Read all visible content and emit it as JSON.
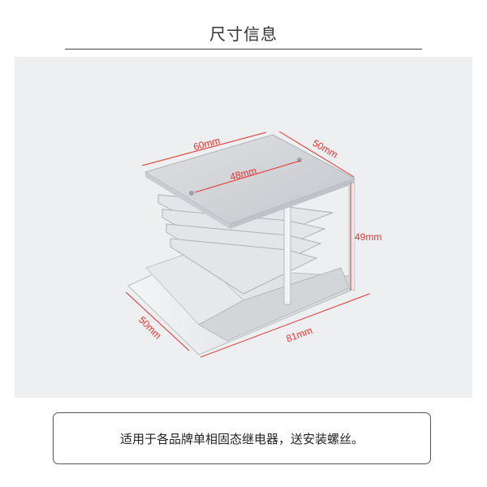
{
  "title": "尺寸信息",
  "dimensions": {
    "top_width": "60mm",
    "top_depth": "50mm",
    "hole_spacing": "48mm",
    "height": "49mm",
    "base_depth": "50mm",
    "base_length": "81mm"
  },
  "note": "适用于各品牌单相固态继电器，送安装螺丝。",
  "colors": {
    "dimension": "#e8332f",
    "background": "#eeeff1"
  }
}
